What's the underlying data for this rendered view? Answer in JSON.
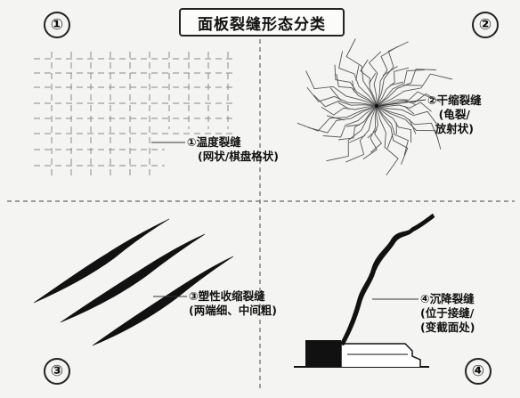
{
  "title": "面板裂缝形态分类",
  "panels": [
    {
      "number": "①",
      "label_line1": "①温度裂缝",
      "label_line2": "(网状/棋盘格状)",
      "icon": "grid-crack-icon"
    },
    {
      "number": "②",
      "label_line1": "②干缩裂缝",
      "label_line2": "(龟裂/",
      "label_line3": "放射状)",
      "icon": "radial-crack-icon"
    },
    {
      "number": "③",
      "label_line1": "③塑性收缩裂缝",
      "label_line2": "(两端细、中间粗)",
      "icon": "diagonal-crack-icon"
    },
    {
      "number": "④",
      "label_line1": "④沉降裂缝",
      "label_line2": "(位于接缝/",
      "label_line3": "(变截面处)",
      "icon": "settlement-crack-icon"
    }
  ],
  "colors": {
    "background": "#f4f4f2",
    "ink": "#111111",
    "grid": "#9a9a9a"
  }
}
